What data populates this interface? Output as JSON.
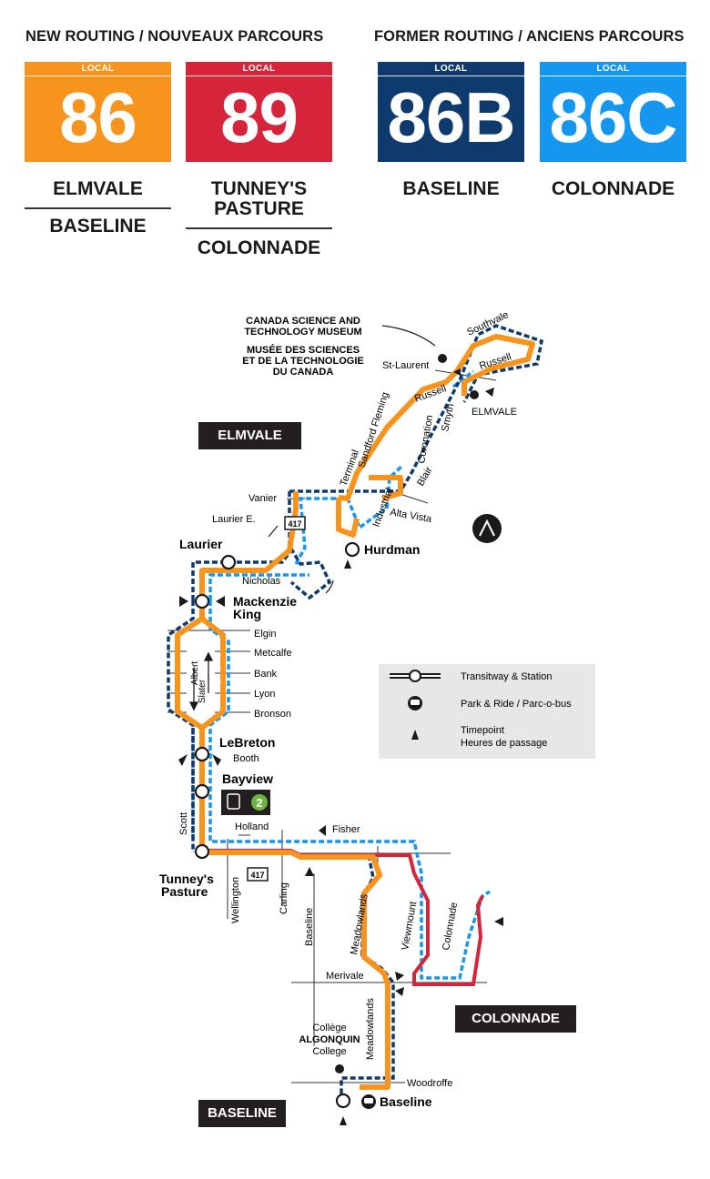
{
  "header": {
    "new_routing": "NEW ROUTING / NOUVEAUX PARCOURS",
    "former_routing": "FORMER ROUTING / ANCIENS PARCOURS"
  },
  "routes": [
    {
      "type": "LOCAL",
      "number": "86",
      "color": "#f7941d"
    },
    {
      "type": "LOCAL",
      "number": "89",
      "color": "#d6253a"
    },
    {
      "type": "LOCAL",
      "number": "86B",
      "color": "#0e3a6e"
    },
    {
      "type": "LOCAL",
      "number": "86C",
      "color": "#1596ef"
    }
  ],
  "destinations": {
    "r86_a": "ELMVALE",
    "r86_b": "BASELINE",
    "r89_a1": "TUNNEY'S",
    "r89_a2": "PASTURE",
    "r89_b": "COLONNADE",
    "r86b": "BASELINE",
    "r86c": "COLONNADE"
  },
  "map": {
    "terminus_tags": {
      "elmvale": "ELMVALE",
      "colonnade": "COLONNADE",
      "baseline": "BASELINE"
    },
    "museum": [
      "CANADA SCIENCE AND",
      "TECHNOLOGY MUSEUM",
      "MUSÉE DES SCIENCES",
      "ET DE LA TECHNOLOGIE",
      "DU CANADA"
    ],
    "stations": {
      "hurdman": "Hurdman",
      "laurier": "Laurier",
      "mackenzie1": "Mackenzie",
      "mackenzie2": "King",
      "lebreton": "LeBreton",
      "bayview": "Bayview",
      "tunneys1": "Tunney's",
      "tunneys2": "Pasture",
      "baseline": "Baseline",
      "college1": "Collège",
      "college2": "ALGONQUIN",
      "college3": "College",
      "elmvale_stop": "ELMVALE"
    },
    "streets": {
      "southvale": "Southvale",
      "st_laurent": "St-Laurent",
      "russell1": "Russell",
      "russell2": "Russell",
      "sandford": "Sandford Fleming",
      "terminal": "Terminal",
      "coronation": "Coronation",
      "smyth": "Smyth",
      "blair": "Blair",
      "industrial": "Industrial",
      "alta_vista": "Alta Vista",
      "vanier": "Vanier",
      "laurier_e": "Laurier E.",
      "nicholas": "Nicholas",
      "elgin": "Elgin",
      "metcalfe": "Metcalfe",
      "bank": "Bank",
      "lyon": "Lyon",
      "bronson": "Bronson",
      "albert": "Albert",
      "slater": "Slater",
      "booth": "Booth",
      "scott": "Scott",
      "holland": "Holland",
      "fisher": "Fisher",
      "wellington": "Wellington",
      "carling": "Carling",
      "baseline_rd": "Baseline",
      "meadowlands1": "Meadowlands",
      "meadowlands2": "Meadowlands",
      "viewmount": "Viewmount",
      "colonnade": "Colonnade",
      "merivale": "Merivale",
      "woodroffe": "Woodroffe"
    },
    "highway_shield": "417",
    "o_train_line": "2",
    "legend": {
      "transitway": "Transitway & Station",
      "park_ride": "Park & Ride / Parc-o-bus",
      "timepoint1": "Timepoint",
      "timepoint2": "Heures de passage"
    }
  }
}
